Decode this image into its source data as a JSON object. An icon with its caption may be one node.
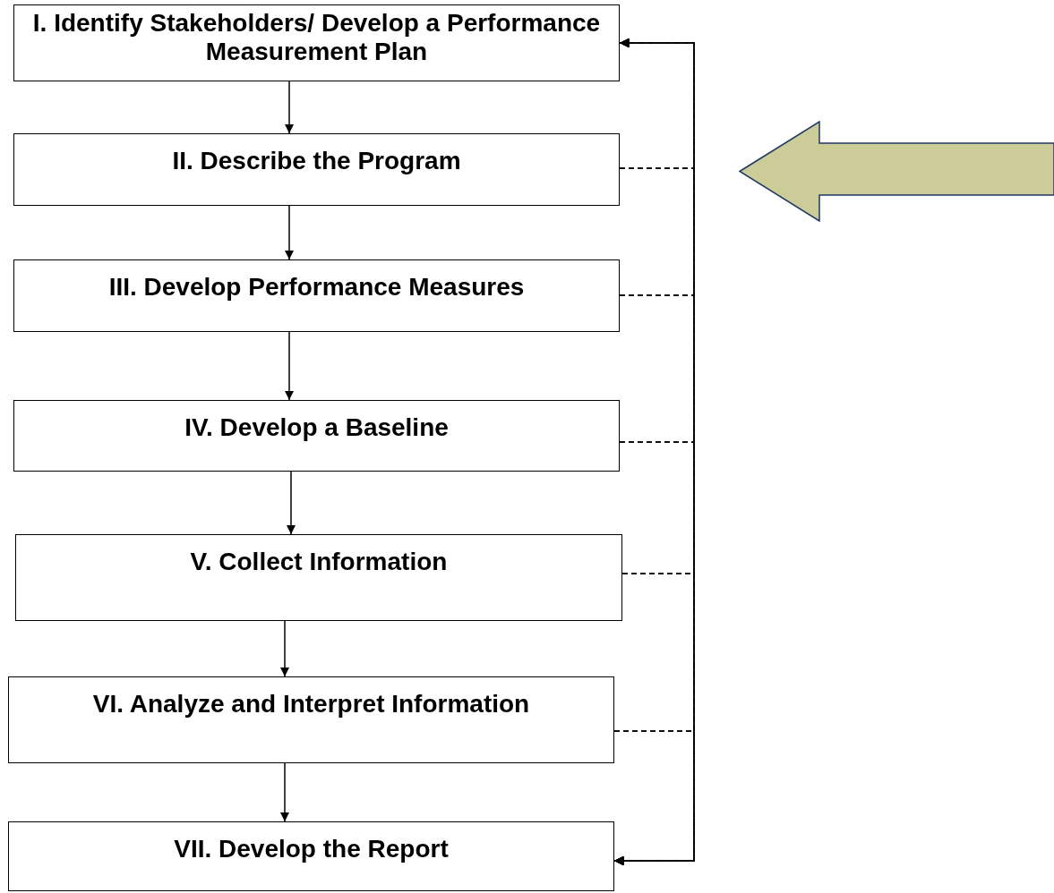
{
  "diagram": {
    "nodes": [
      {
        "text": [
          "I. Identify Stakeholders/ Develop a Performance Measurement Plan"
        ]
      },
      {
        "text": [
          "II. Describe the Program"
        ]
      },
      {
        "text": [
          "III. Develop Performance Measures"
        ]
      },
      {
        "text": [
          "IV. Develop a Baseline"
        ]
      },
      {
        "text": [
          "V. Collect Information"
        ]
      },
      {
        "text": [
          "VI. Analyze and Interpret Information"
        ]
      },
      {
        "text": [
          "VII. Develop the Report"
        ]
      },
      {
        "text": [],
        "shape": "arrow"
      }
    ],
    "edges": [
      {
        "from": 0,
        "to": 1,
        "arrow": "to"
      },
      {
        "from": 1,
        "to": 2,
        "arrow": "to"
      },
      {
        "from": 2,
        "to": 3,
        "arrow": "to"
      },
      {
        "from": 3,
        "to": 4,
        "arrow": "to"
      },
      {
        "from": 4,
        "to": 5,
        "arrow": "to"
      },
      {
        "from": 5,
        "to": 6,
        "arrow": "to"
      },
      {
        "from": 1,
        "to": 0,
        "arrow": "to",
        "style": "dashed"
      },
      {
        "from": 2,
        "to": 0,
        "arrow": "to",
        "style": "dashed"
      },
      {
        "from": 3,
        "to": 0,
        "arrow": "to",
        "style": "dashed"
      },
      {
        "from": 4,
        "to": 0,
        "arrow": "to",
        "style": "dashed"
      },
      {
        "from": 5,
        "to": 0,
        "arrow": "to",
        "style": "dashed"
      },
      {
        "from": 1,
        "to": 6,
        "arrow": "to",
        "style": "dashed"
      },
      {
        "from": 2,
        "to": 6,
        "arrow": "to",
        "style": "dashed"
      },
      {
        "from": 3,
        "to": 6,
        "arrow": "to",
        "style": "dashed"
      },
      {
        "from": 4,
        "to": 6,
        "arrow": "to",
        "style": "dashed"
      },
      {
        "from": 5,
        "to": 6,
        "arrow": "to",
        "style": "dashed"
      }
    ]
  }
}
